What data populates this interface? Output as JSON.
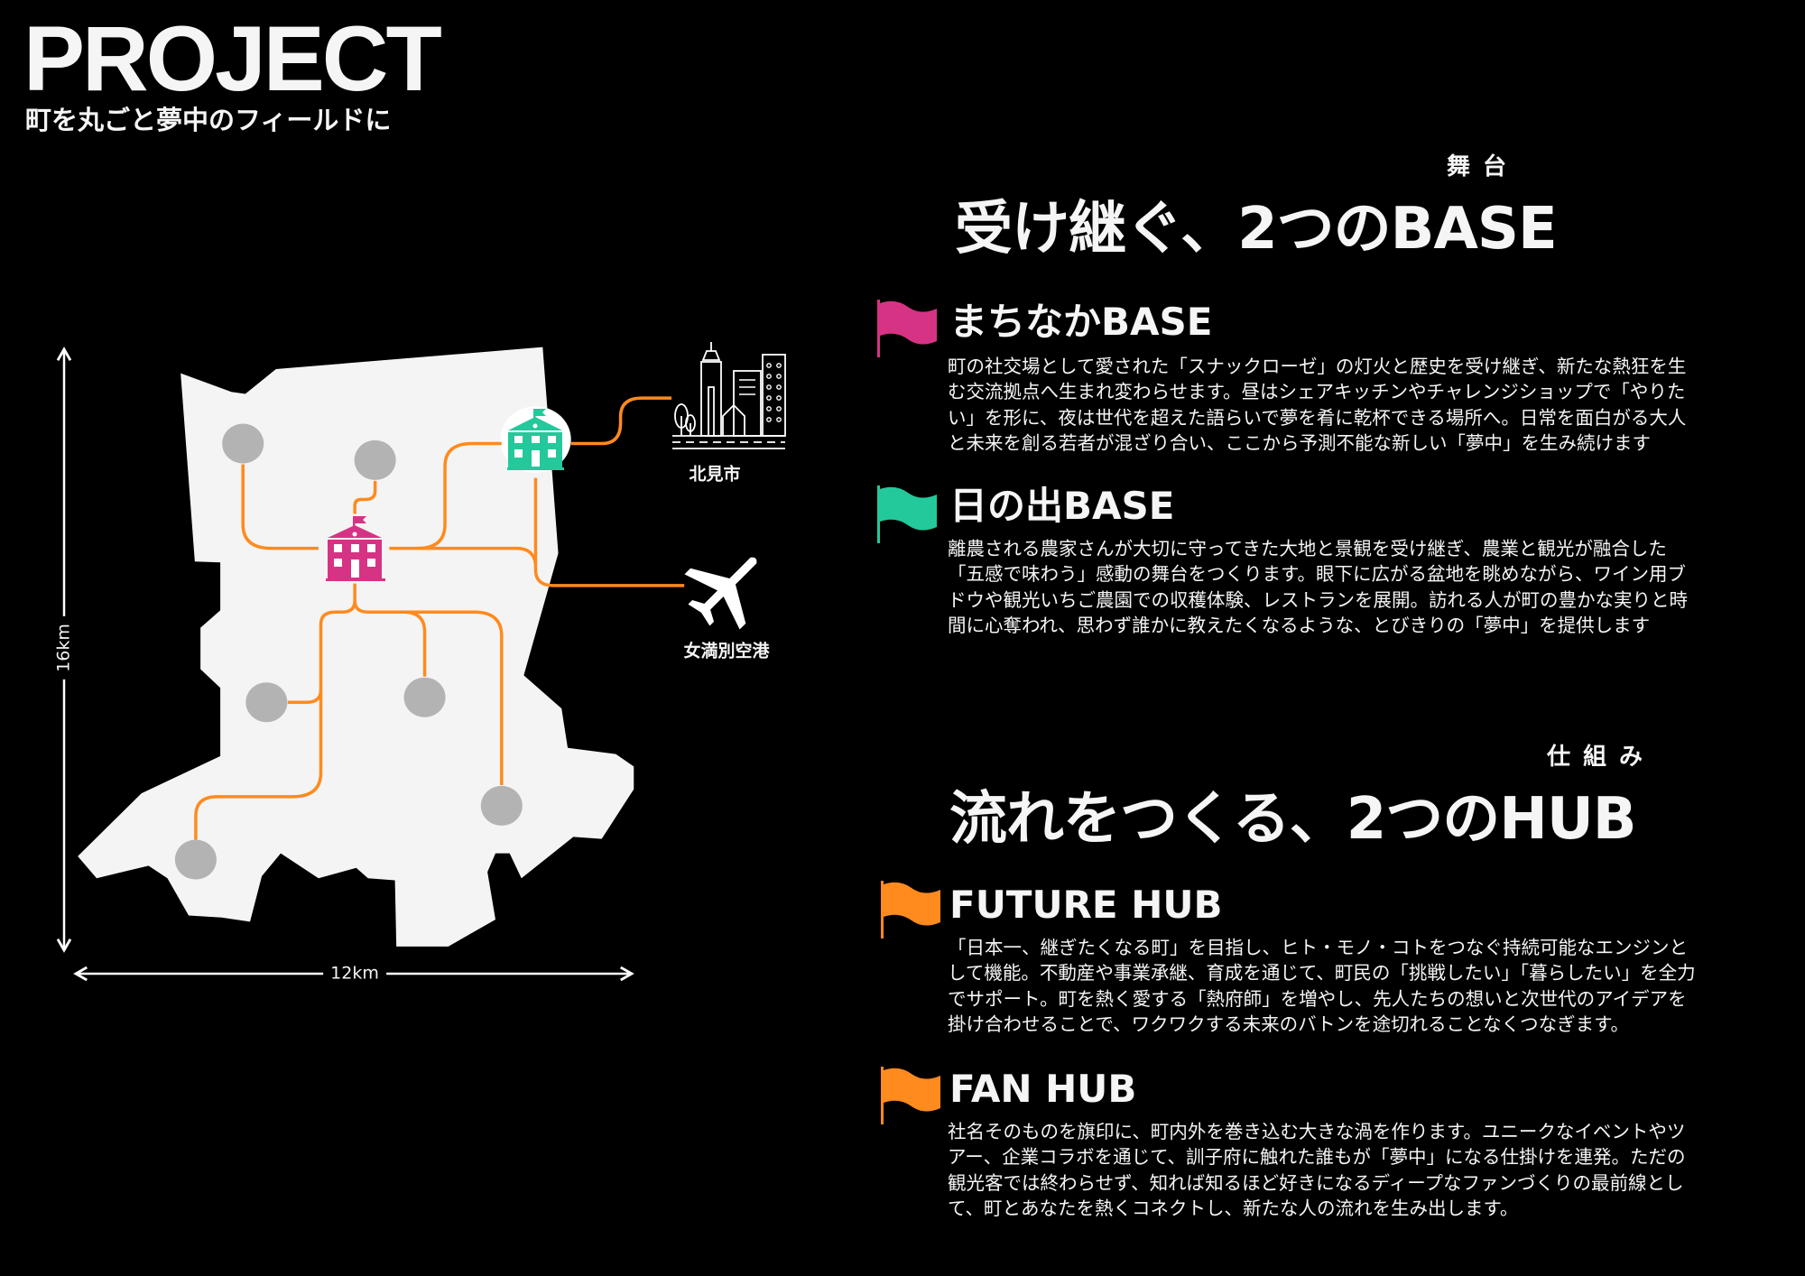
{
  "header": {
    "title": "PROJECT",
    "subtitle": "町を丸ごと夢中のフィールドに"
  },
  "map": {
    "width_label": "12km",
    "height_label": "16km",
    "destinations": [
      {
        "label": "北見市",
        "icon": "city-skyline-icon"
      },
      {
        "label": "女満別空港",
        "icon": "airplane-icon"
      }
    ],
    "colors": {
      "land": "#f4f4f4",
      "route": "#ff8a1e",
      "spot": "#b3b3b3",
      "machinaka": "#d63384",
      "hinode": "#23c99a"
    }
  },
  "bases": {
    "heading": "受け継ぐ、2つのBASE",
    "ruby": "舞台",
    "items": [
      {
        "title": "まちなかBASE",
        "flag_color": "#d63384",
        "lines": [
          "町の社交場として愛された「スナックローゼ」の灯火と歴史を受け継ぎ、新たな熱狂を生",
          "む交流拠点へ生まれ変わらせます。昼はシェアキッチンやチャレンジショップで「やりた",
          "い」を形に、夜は世代を超えた語らいで夢を肴に乾杯できる場所へ。日常を面白がる大人",
          "と未来を創る若者が混ざり合い、ここから予測不能な新しい「夢中」を生み続けます"
        ]
      },
      {
        "title": "日の出BASE",
        "flag_color": "#23c99a",
        "lines": [
          "離農される農家さんが大切に守ってきた大地と景観を受け継ぎ、農業と観光が融合した",
          "「五感で味わう」感動の舞台をつくります。眼下に広がる盆地を眺めながら、ワイン用ブ",
          "ドウや観光いちご農園での収穫体験、レストランを展開。訪れる人が町の豊かな実りと時",
          "間に心奪われ、思わず誰かに教えたくなるような、とびきりの「夢中」を提供します"
        ]
      }
    ]
  },
  "hubs": {
    "heading": "流れをつくる、2つのHUB",
    "ruby": "仕組み",
    "items": [
      {
        "title": "FUTURE HUB",
        "flag_color": "#ff8a1e",
        "lines": [
          "「日本一、継ぎたくなる町」を目指し、ヒト・モノ・コトをつなぐ持続可能なエンジンと",
          "して機能。不動産や事業承継、育成を通じて、町民の「挑戦したい」「暮らしたい」を全力",
          "でサポート。町を熱く愛する「熱府師」を増やし、先人たちの想いと次世代のアイデアを",
          "掛け合わせることで、ワクワクする未来のバトンを途切れることなくつなぎます。"
        ]
      },
      {
        "title": "FAN HUB",
        "flag_color": "#ff8a1e",
        "lines": [
          "社名そのものを旗印に、町内外を巻き込む大きな渦を作ります。ユニークなイベントやツ",
          "アー、企業コラボを通じて、訓子府に触れた誰もが「夢中」になる仕掛けを連発。ただの",
          "観光客では終わらせず、知れば知るほど好きになるディープなファンづくりの最前線とし",
          "て、町とあなたを熱くコネクトし、新たな人の流れを生み出します。"
        ]
      }
    ]
  }
}
